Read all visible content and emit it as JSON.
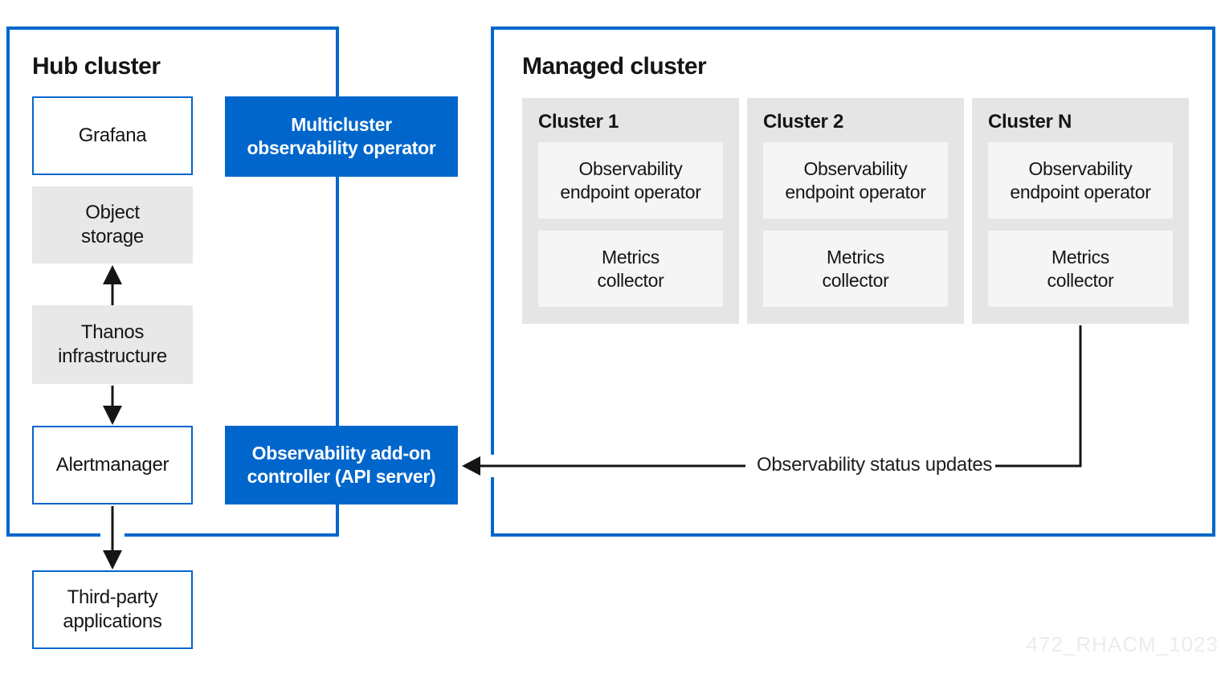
{
  "diagram": {
    "hub": {
      "title": "Hub cluster",
      "grafana": "Grafana",
      "object_storage": "Object storage",
      "thanos": "Thanos infrastructure",
      "alertmanager": "Alertmanager"
    },
    "operators": {
      "multicluster_operator": "Multicluster observability operator",
      "addon_controller": "Observability add-on controller (API server)"
    },
    "third_party": "Third-party applications",
    "managed": {
      "title": "Managed cluster",
      "clusters": [
        {
          "name": "Cluster 1",
          "components": [
            "Observability endpoint operator",
            "Metrics collector"
          ]
        },
        {
          "name": "Cluster 2",
          "components": [
            "Observability endpoint operator",
            "Metrics collector"
          ]
        },
        {
          "name": "Cluster N",
          "components": [
            "Observability endpoint operator",
            "Metrics collector"
          ]
        }
      ]
    },
    "annotations": {
      "status_updates": "Observability status updates",
      "watermark": "472_RHACM_1023"
    },
    "colors": {
      "accent_blue": "#0066cc",
      "node_gray": "#e8e8e8",
      "cluster_card_gray": "#e5e5e5",
      "component_gray": "#f5f5f5",
      "arrow_black": "#151515",
      "watermark_gray": "#ececec",
      "text": "#151515"
    }
  }
}
